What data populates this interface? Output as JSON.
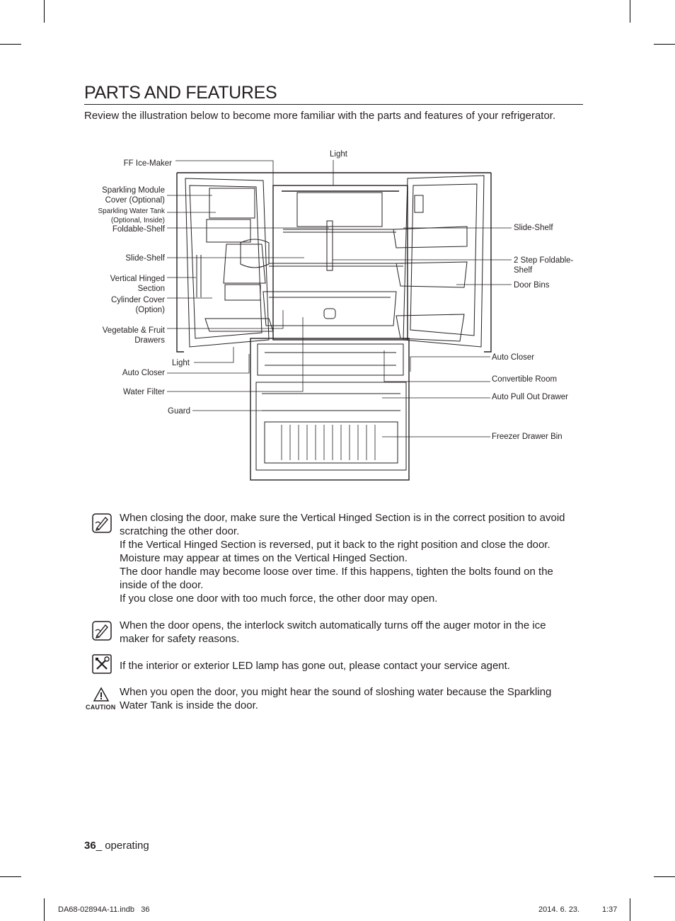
{
  "header": {
    "title": "PARTS AND FEATURES",
    "intro": "Review the illustration below to become more familiar with the parts and features of your refrigerator."
  },
  "callouts": {
    "light_top": "Light",
    "ff_ice_maker": "FF Ice-Maker",
    "sparkling_module_1": "Sparkling Module",
    "sparkling_module_2": "Cover (Optional)",
    "sparkling_tank_1": "Sparkling Water Tank",
    "sparkling_tank_2": "(Optional, Inside)",
    "foldable_shelf": "Foldable-Shelf",
    "slide_shelf_left": "Slide-Shelf",
    "vertical_hinged_1": "Vertical Hinged",
    "vertical_hinged_2": "Section",
    "cylinder_cover_1": "Cylinder Cover",
    "cylinder_cover_2": "(Option)",
    "veg_drawers_1": "Vegetable & Fruit",
    "veg_drawers_2": "Drawers",
    "light_bottom": "Light",
    "auto_closer_left": "Auto Closer",
    "water_filter": "Water Filter",
    "guard": "Guard",
    "slide_shelf_right": "Slide-Shelf",
    "two_step_1": "2 Step Foldable-",
    "two_step_2": "Shelf",
    "door_bins": "Door Bins",
    "auto_closer_right": "Auto Closer",
    "convertible_room": "Convertible Room",
    "auto_pull_out": "Auto Pull Out Drawer",
    "freezer_bin": "Freezer Drawer Bin"
  },
  "notes": [
    {
      "icon": "note-pencil-icon",
      "lines": [
        "When closing the door, make sure the Vertical Hinged Section is in the correct position to avoid",
        "scratching the other door.",
        "If the Vertical Hinged Section is reversed, put it back to the right position and close the door.",
        "Moisture may appear at times on the Vertical Hinged Section.",
        "The door handle may become loose over time. If this happens, tighten the bolts found on the",
        "inside of the door.",
        "If you close one door with too much force, the other door may open."
      ]
    },
    {
      "icon": "note-pencil-icon",
      "lines": [
        "When the door opens, the interlock switch automatically turns off the auger motor in the ice",
        "maker for safety reasons."
      ]
    },
    {
      "icon": "service-tools-icon",
      "lines": [
        "If the interior or exterior LED lamp has gone out, please contact your service agent."
      ]
    },
    {
      "icon": "caution-triangle-icon",
      "label": "CAUTION",
      "lines": [
        "When you open the door, you might hear the sound of sloshing water because the Sparkling",
        "Water Tank is inside the door."
      ]
    }
  ],
  "footer": {
    "page_number": "36",
    "section": "_ operating",
    "file": "DA68-02894A-11.indb   36",
    "date": "2014. 6. 23.",
    "time": "1:37"
  }
}
